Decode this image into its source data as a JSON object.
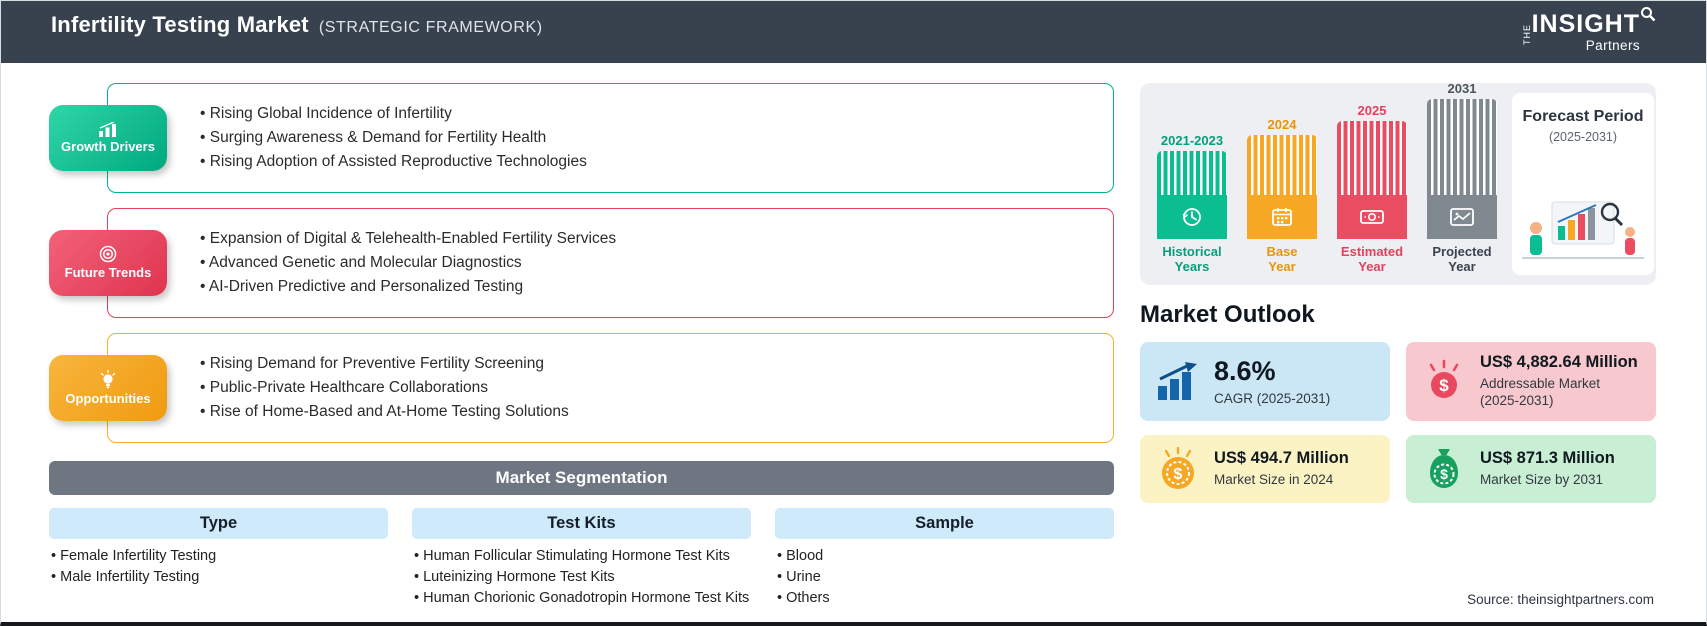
{
  "header": {
    "title": "Infertility Testing Market",
    "subtitle": "(STRATEGIC FRAMEWORK)",
    "logo": {
      "the": "The",
      "insight": "INSIGHT",
      "partners": "Partners"
    },
    "bar_color": "#37424e"
  },
  "framework": [
    {
      "label": "Growth Drivers",
      "icon": "bar-chart-icon",
      "color": "#00B48C",
      "items": [
        "Rising Global Incidence of Infertility",
        "Surging Awareness & Demand for Fertility Health",
        "Rising Adoption of Assisted Reproductive Technologies"
      ]
    },
    {
      "label": "Future Trends",
      "icon": "target-icon",
      "color": "#E4415C",
      "items": [
        "Expansion of Digital & Telehealth-Enabled Fertility Services",
        "Advanced Genetic and Molecular Diagnostics",
        "AI-Driven Predictive and Personalized Testing"
      ]
    },
    {
      "label": "Opportunities",
      "icon": "lightbulb-icon",
      "color": "#F0B429",
      "items": [
        "Rising Demand for Preventive Fertility Screening",
        "Public-Private Healthcare Collaborations",
        "Rise of Home-Based and At-Home Testing Solutions"
      ]
    }
  ],
  "segmentation": {
    "title": "Market Segmentation",
    "columns": [
      {
        "header": "Type",
        "items": [
          "Female Infertility Testing",
          "Male Infertility Testing"
        ]
      },
      {
        "header": "Test Kits",
        "items": [
          "Human Follicular Stimulating Hormone Test Kits",
          "Luteinizing Hormone Test Kits",
          "Human Chorionic Gonadotropin Hormone Test Kits"
        ]
      },
      {
        "header": "Sample",
        "items": [
          "Blood",
          "Urine",
          "Others"
        ]
      }
    ]
  },
  "timeline": {
    "bars": [
      {
        "year": "2021-2023",
        "label": "Historical\nYears",
        "color": "#0BBE92"
      },
      {
        "year": "2024",
        "label": "Base\nYear",
        "color": "#F6A723"
      },
      {
        "year": "2025",
        "label": "Estimated\nYear",
        "color": "#EA4C62"
      },
      {
        "year": "2031",
        "label": "Projected\nYear",
        "color": "#808890"
      }
    ],
    "forecast": {
      "title": "Forecast Period",
      "range": "(2025-2031)"
    }
  },
  "outlook": {
    "title": "Market Outlook",
    "cards": [
      {
        "value": "8.6%",
        "label": "CAGR (2025-2031)",
        "bg": "#CBE7F6",
        "icon": "growth-chart-icon"
      },
      {
        "value": "US$ 4,882.64 Million",
        "label": "Addressable Market (2025-2031)",
        "bg": "#F7C8CD",
        "icon": "dollar-icon"
      },
      {
        "value": "US$ 494.7 Million",
        "label": "Market Size in 2024",
        "bg": "#FCF3C4",
        "icon": "coin-icon"
      },
      {
        "value": "US$ 871.3 Million",
        "label": "Market Size by 2031",
        "bg": "#C8EED4",
        "icon": "money-bag-icon"
      }
    ]
  },
  "source": "Source: theinsightpartners.com"
}
